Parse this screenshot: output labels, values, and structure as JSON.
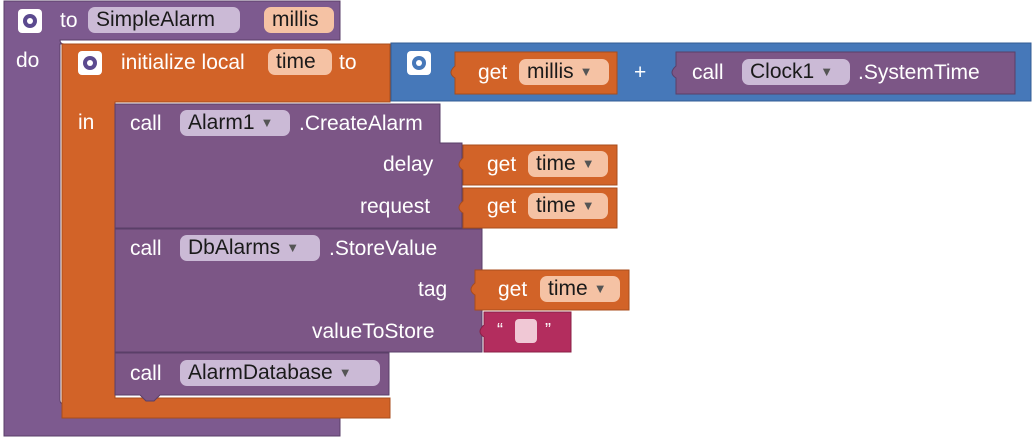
{
  "procedure": {
    "to_label": "to",
    "name": "SimpleAlarm",
    "param": "millis",
    "do_label": "do"
  },
  "local_init": {
    "label": "initialize local",
    "var_name": "time",
    "to_label": "to",
    "in_label": "in"
  },
  "sum_block": {
    "plus": "+",
    "get_label": "get",
    "get_var": "millis",
    "call_label": "call",
    "component": "Clock1",
    "method": ".SystemTime"
  },
  "create_alarm": {
    "call_label": "call",
    "component": "Alarm1",
    "method": ".CreateAlarm",
    "arg1_label": "delay",
    "arg2_label": "request",
    "get_label": "get",
    "get_var": "time"
  },
  "store_value": {
    "call_label": "call",
    "component": "DbAlarms",
    "method": ".StoreValue",
    "arg1_label": "tag",
    "arg2_label": "valueToStore",
    "get_label": "get",
    "get_var": "time",
    "quote_open": "“",
    "quote_close": "”"
  },
  "alarm_db": {
    "call_label": "call",
    "procedure_name": "AlarmDatabase"
  },
  "colors": {
    "procedure": "#7d5a8f",
    "variable": "#d26328",
    "math": "#4678b9",
    "component": "#7c5686",
    "text": "#b32d5e"
  },
  "icons": [
    "gear-icon",
    "dropdown-arrow-icon"
  ]
}
